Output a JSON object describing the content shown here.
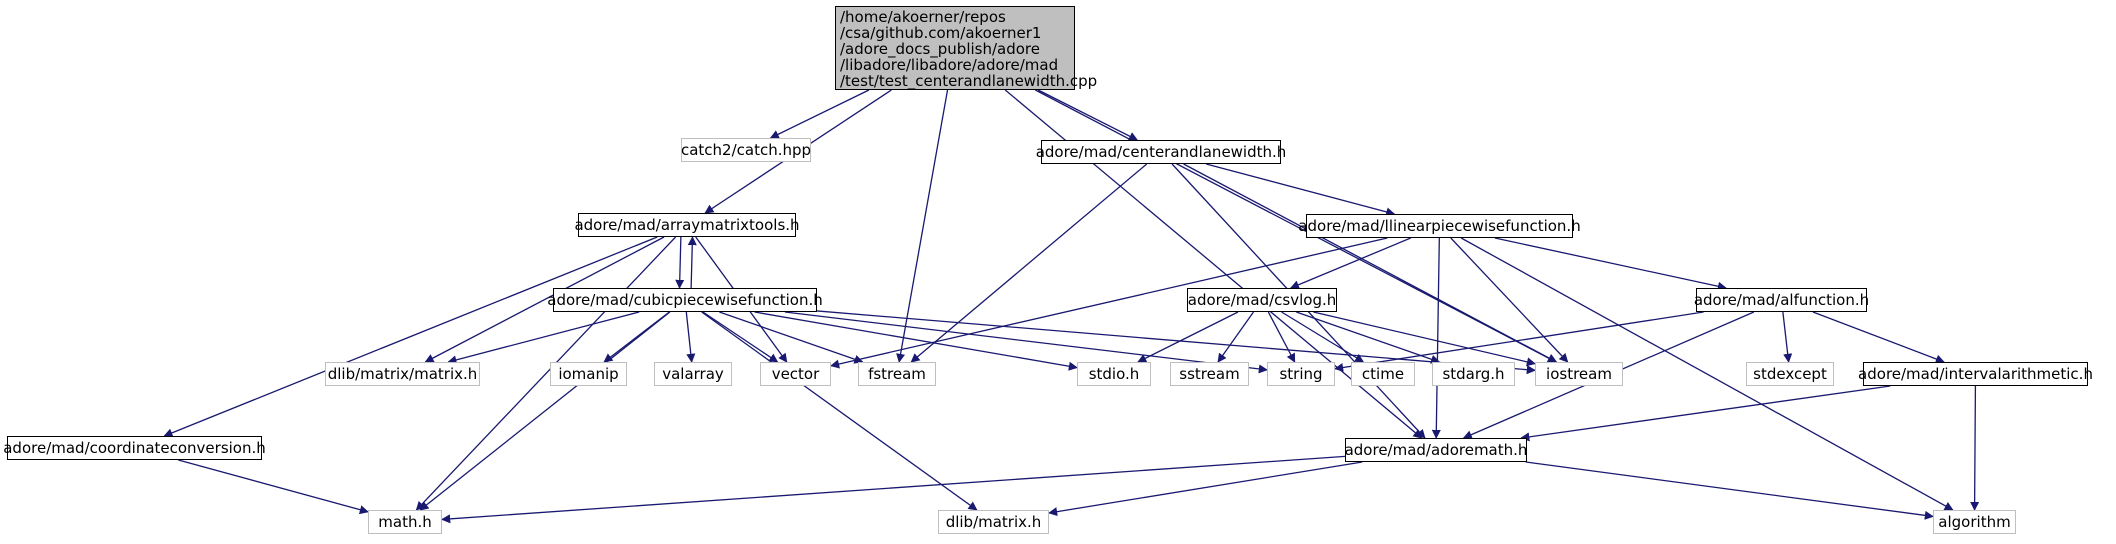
{
  "diagram": {
    "root": {
      "id": "root",
      "lines": [
        "/home/akoerner/repos",
        "/csa/github.com/akoerner1",
        "/adore_docs_publish/adore",
        "/libadore/libadore/adore/mad",
        "/test/test_centerandlanewidth.cpp"
      ]
    },
    "nodes": [
      {
        "id": "catch",
        "label": "catch2/catch.hpp",
        "kind": "sys"
      },
      {
        "id": "center",
        "label": "adore/mad/centerandlanewidth.h",
        "kind": "file"
      },
      {
        "id": "arraymat",
        "label": "adore/mad/arraymatrixtools.h",
        "kind": "file"
      },
      {
        "id": "llinear",
        "label": "adore/mad/llinearpiecewisefunction.h",
        "kind": "file"
      },
      {
        "id": "cubic",
        "label": "adore/mad/cubicpiecewisefunction.h",
        "kind": "file"
      },
      {
        "id": "csvlog",
        "label": "adore/mad/csvlog.h",
        "kind": "file"
      },
      {
        "id": "alfunc",
        "label": "adore/mad/alfunction.h",
        "kind": "file"
      },
      {
        "id": "dlibmm",
        "label": "dlib/matrix/matrix.h",
        "kind": "sys"
      },
      {
        "id": "iomanip",
        "label": "iomanip",
        "kind": "sys"
      },
      {
        "id": "valarray",
        "label": "valarray",
        "kind": "sys"
      },
      {
        "id": "vector",
        "label": "vector",
        "kind": "sys"
      },
      {
        "id": "fstream",
        "label": "fstream",
        "kind": "sys"
      },
      {
        "id": "stdio",
        "label": "stdio.h",
        "kind": "sys"
      },
      {
        "id": "sstream",
        "label": "sstream",
        "kind": "sys"
      },
      {
        "id": "string",
        "label": "string",
        "kind": "sys"
      },
      {
        "id": "ctime",
        "label": "ctime",
        "kind": "sys"
      },
      {
        "id": "stdarg",
        "label": "stdarg.h",
        "kind": "sys"
      },
      {
        "id": "iostream",
        "label": "iostream",
        "kind": "sys"
      },
      {
        "id": "stdexcept",
        "label": "stdexcept",
        "kind": "sys"
      },
      {
        "id": "interval",
        "label": "adore/mad/intervalarithmetic.h",
        "kind": "file"
      },
      {
        "id": "coord",
        "label": "adore/mad/coordinateconversion.h",
        "kind": "file"
      },
      {
        "id": "adoremath",
        "label": "adore/mad/adoremath.h",
        "kind": "file"
      },
      {
        "id": "math",
        "label": "math.h",
        "kind": "sys"
      },
      {
        "id": "dlibm",
        "label": "dlib/matrix.h",
        "kind": "sys"
      },
      {
        "id": "algorithm",
        "label": "algorithm",
        "kind": "sys"
      }
    ],
    "edges": [
      [
        "root",
        "catch"
      ],
      [
        "root",
        "center"
      ],
      [
        "root",
        "arraymat"
      ],
      [
        "root",
        "fstream"
      ],
      [
        "root",
        "adoremath"
      ],
      [
        "root",
        "iostream"
      ],
      [
        "center",
        "llinear"
      ],
      [
        "center",
        "fstream"
      ],
      [
        "center",
        "adoremath"
      ],
      [
        "center",
        "iostream"
      ],
      [
        "arraymat",
        "cubic"
      ],
      [
        "arraymat",
        "coord"
      ],
      [
        "arraymat",
        "math"
      ],
      [
        "arraymat",
        "dlibmm"
      ],
      [
        "arraymat",
        "vector"
      ],
      [
        "cubic",
        "arraymat"
      ],
      [
        "cubic",
        "dlibmm"
      ],
      [
        "cubic",
        "iomanip"
      ],
      [
        "cubic",
        "valarray"
      ],
      [
        "cubic",
        "vector"
      ],
      [
        "cubic",
        "fstream"
      ],
      [
        "cubic",
        "stdio"
      ],
      [
        "cubic",
        "string"
      ],
      [
        "cubic",
        "iostream"
      ],
      [
        "cubic",
        "math"
      ],
      [
        "cubic",
        "dlibm"
      ],
      [
        "llinear",
        "csvlog"
      ],
      [
        "llinear",
        "alfunc"
      ],
      [
        "llinear",
        "vector"
      ],
      [
        "llinear",
        "iostream"
      ],
      [
        "llinear",
        "adoremath"
      ],
      [
        "llinear",
        "algorithm"
      ],
      [
        "csvlog",
        "stdio"
      ],
      [
        "csvlog",
        "sstream"
      ],
      [
        "csvlog",
        "string"
      ],
      [
        "csvlog",
        "ctime"
      ],
      [
        "csvlog",
        "stdarg"
      ],
      [
        "csvlog",
        "iostream"
      ],
      [
        "alfunc",
        "string"
      ],
      [
        "alfunc",
        "stdexcept"
      ],
      [
        "alfunc",
        "interval"
      ],
      [
        "alfunc",
        "adoremath"
      ],
      [
        "interval",
        "adoremath"
      ],
      [
        "interval",
        "algorithm"
      ],
      [
        "coord",
        "math"
      ],
      [
        "adoremath",
        "math"
      ],
      [
        "adoremath",
        "dlibm"
      ],
      [
        "adoremath",
        "algorithm"
      ]
    ],
    "colors": {
      "edge": "#191970",
      "file_border": "#000000",
      "sys_border": "#bfbfbf",
      "root_fill": "#bfbfbf",
      "background": "#ffffff"
    }
  }
}
